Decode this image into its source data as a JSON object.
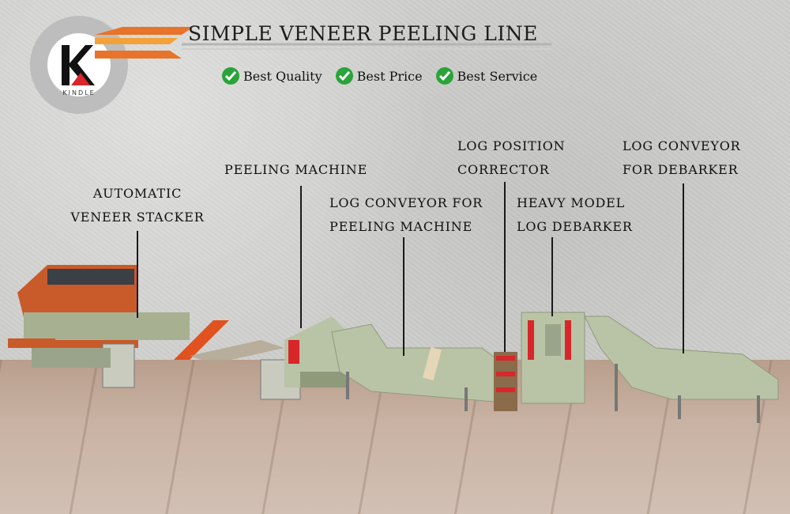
{
  "title": "SIMPLE VENEER PEELING LINE",
  "logo": {
    "wordmark": "KINDLE"
  },
  "badges": [
    {
      "icon": "check-icon",
      "text": "Best Quality"
    },
    {
      "icon": "check-icon",
      "text": "Best Price"
    },
    {
      "icon": "check-icon",
      "text": "Best Service"
    }
  ],
  "labels": {
    "stacker": [
      "AUTOMATIC",
      "VENEER STACKER"
    ],
    "peeling": [
      "PEELING MACHINE"
    ],
    "conveyor_peeling": [
      "LOG CONVEYOR FOR",
      "PEELING MACHINE"
    ],
    "corrector": [
      "LOG POSITION",
      "CORRECTOR"
    ],
    "debarker": [
      "HEAVY MODEL",
      "LOG DEBARKER"
    ],
    "conveyor_debarker": [
      "LOG CONVEYOR",
      "FOR DEBARKER"
    ]
  },
  "colors": {
    "machine_green": "#b9c3a6",
    "accent_orange": "#e0521f",
    "check_green": "#2aa43a",
    "logo_red": "#d8262a"
  }
}
